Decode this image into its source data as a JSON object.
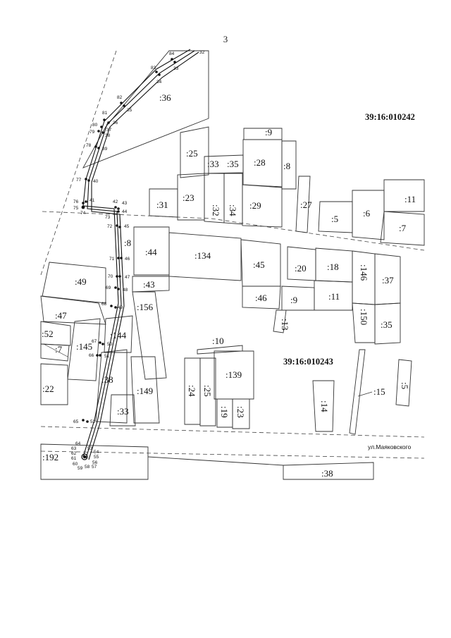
{
  "page_number": "3",
  "quarters": {
    "north": "39:16:010242",
    "south": "39:16:010243"
  },
  "street": "ул.Маяковского",
  "parcels": [
    ":36",
    ":9",
    ":25",
    ":33",
    ":35",
    ":28",
    ":8",
    ":23",
    ":32",
    ":34",
    ":29",
    ":31",
    ":27",
    ":5",
    ":6",
    ":11",
    ":7",
    ":44",
    ":134",
    ":45",
    ":20",
    ":18",
    ":146",
    ":37",
    ":43",
    ":46",
    ":9",
    ":11",
    ":150",
    ":35",
    ":13",
    ":49",
    ":156",
    ":47",
    ":52",
    ":7",
    ":145",
    ":144",
    ":10",
    ":139",
    ":38",
    ":149",
    ":24",
    ":25",
    ":19",
    ":23",
    ":14",
    ":15",
    ":5",
    ":22",
    ":33",
    ":192",
    ":38",
    ":8"
  ],
  "points": [
    "84",
    "32",
    "83",
    "33",
    "34",
    "82",
    "35",
    "81",
    "36",
    "80",
    "79",
    "37",
    "38",
    "78",
    "39",
    "77",
    "40",
    "76",
    "41",
    "75",
    "74",
    "42",
    "43",
    "44",
    "73",
    "72",
    "45",
    "71",
    "46",
    "70",
    "47",
    "69",
    "48",
    "68",
    "49",
    "67",
    "50",
    "66",
    "51",
    "65",
    "52",
    "64",
    "53",
    "63",
    "54",
    "62",
    "55",
    "61",
    "56",
    "60",
    "57",
    "59",
    "58"
  ]
}
